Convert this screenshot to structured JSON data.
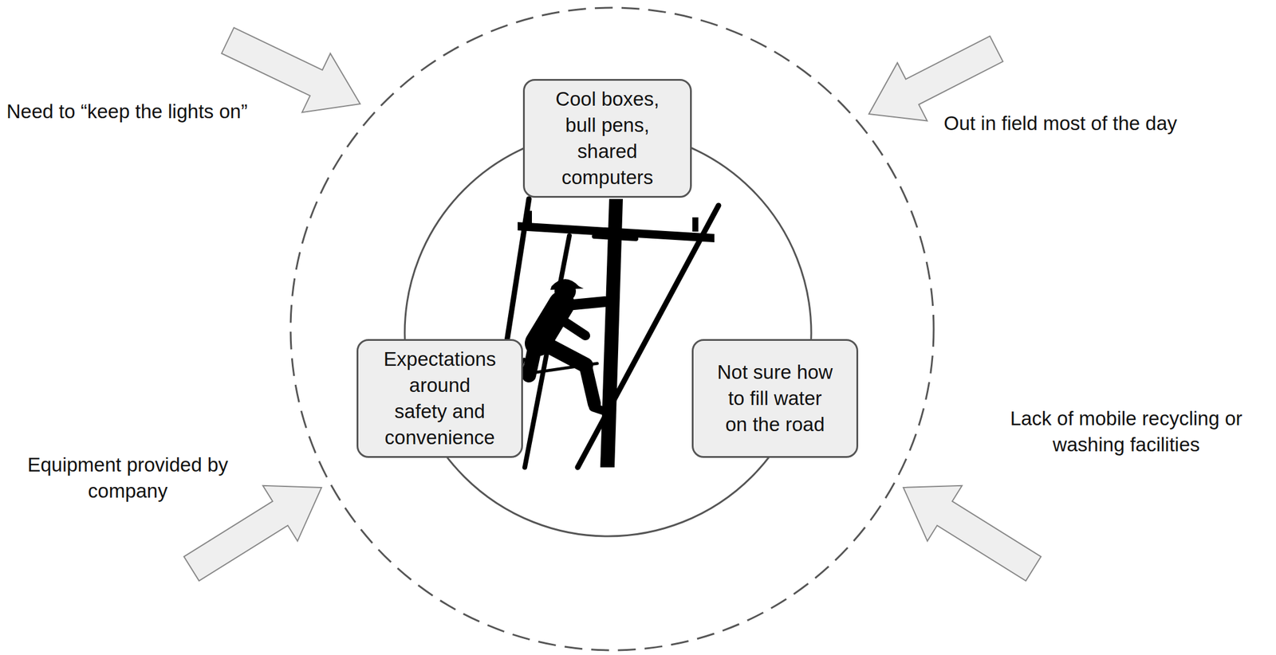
{
  "diagram": {
    "nodes": [
      {
        "text": [
          "Cool boxes, bull pens, shared computers"
        ]
      },
      {
        "text": [
          "Expectations around safety and convenience"
        ]
      },
      {
        "text": [
          "Not sure how to fill water on the road"
        ]
      }
    ],
    "labels": [
      "Need to “keep the lights on”",
      "Out in field most of the day",
      "Lack of mobile recycling or washing facilities",
      "Equipment provided by company"
    ]
  }
}
